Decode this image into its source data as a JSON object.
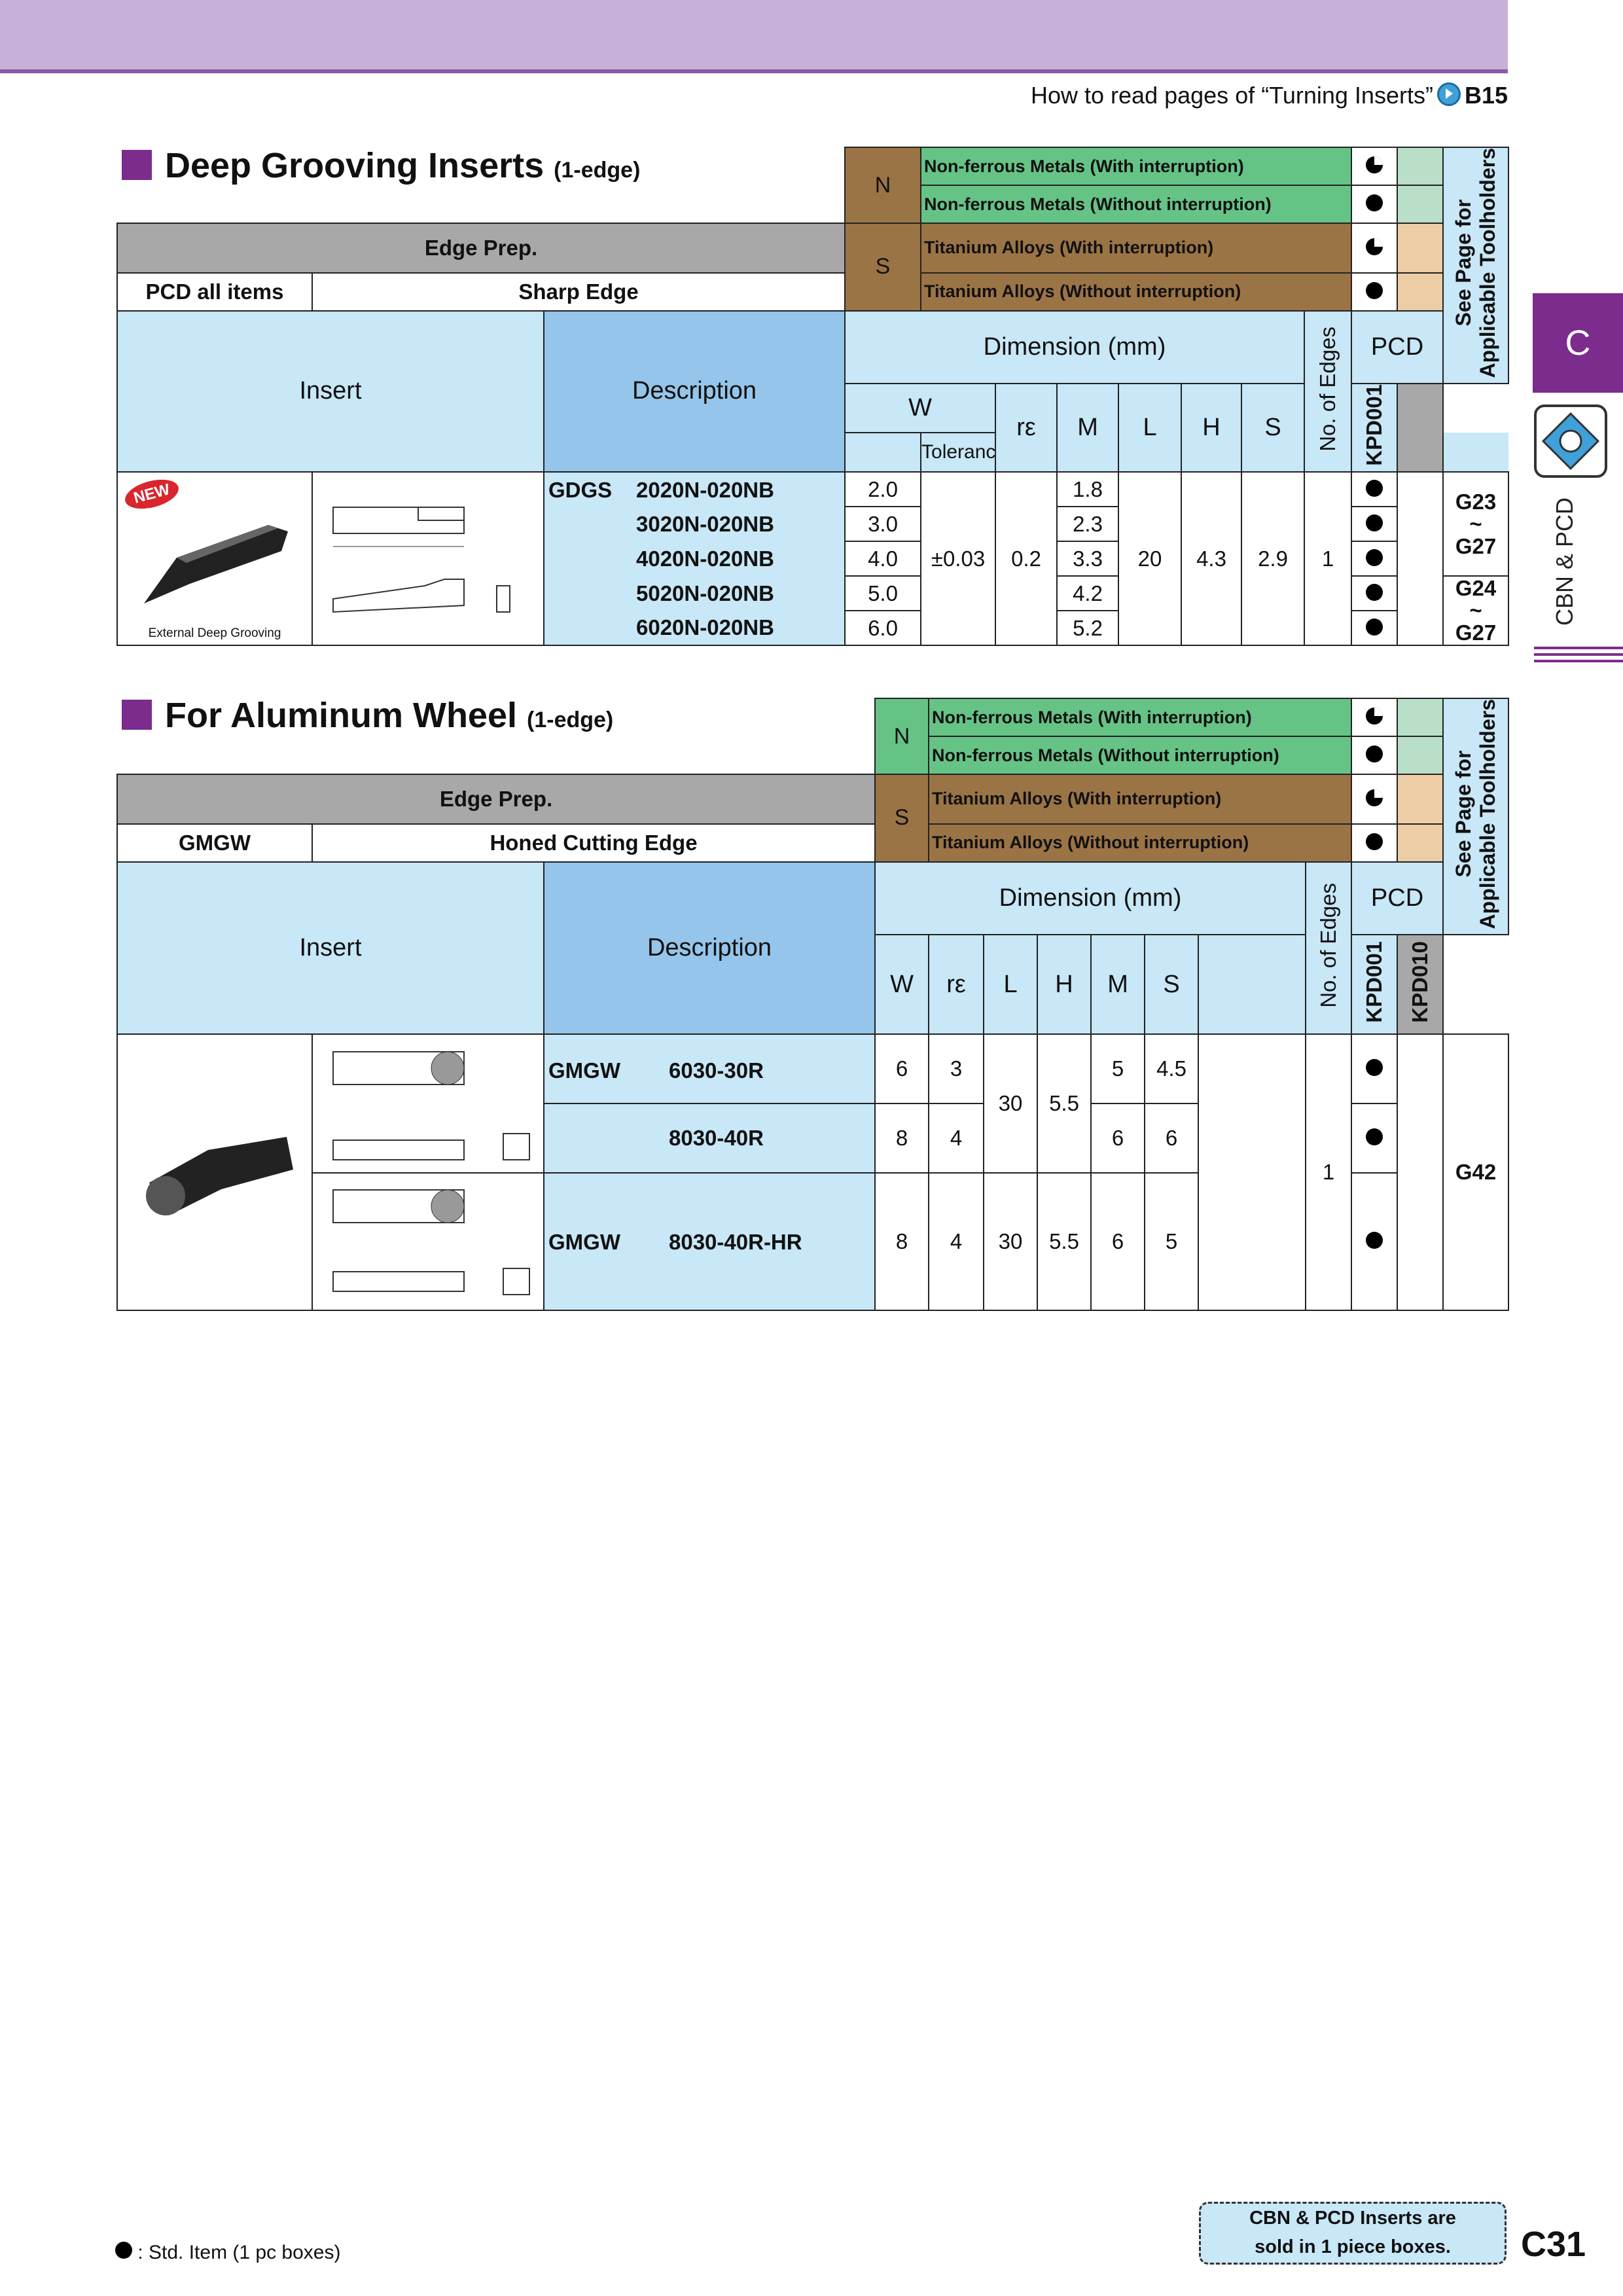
{
  "header": {
    "howto": "How to read pages of “Turning Inserts”",
    "howto_ref": "B15"
  },
  "side": {
    "tab_letter": "C",
    "label": "CBN & PCD"
  },
  "materials": [
    {
      "group": "N",
      "name": "Non-ferrous Metals (With interruption)"
    },
    {
      "group": "",
      "name": "Non-ferrous Metals (Without interruption)"
    },
    {
      "group": "S",
      "name": "Titanium Alloys (With interruption)"
    },
    {
      "group": "",
      "name": "Titanium Alloys (Without interruption)"
    }
  ],
  "common": {
    "edge_prep": "Edge Prep.",
    "insert": "Insert",
    "description": "Description",
    "dimension": "Dimension (mm)",
    "pcd": "PCD",
    "edges": "No. of Edges",
    "see_page": "See Page for",
    "toolholders": "Applicable Toolholders",
    "tolerance": "Tolerance"
  },
  "section1": {
    "title": "Deep Grooving Inserts",
    "subtitle": "(1-edge)",
    "edge_left": "PCD all items",
    "edge_right": "Sharp Edge",
    "cols": {
      "w": "W",
      "re": "rε",
      "m": "M",
      "l": "L",
      "h": "H",
      "s": "S",
      "grade": "KPD001"
    },
    "new_badge": "NEW",
    "insert_caption": "External Deep Grooving",
    "prefix": "GDGS",
    "rows": [
      {
        "code": "2020N-020NB",
        "w": "2.0",
        "m": "1.8"
      },
      {
        "code": "3020N-020NB",
        "w": "3.0",
        "m": "2.3"
      },
      {
        "code": "4020N-020NB",
        "w": "4.0",
        "m": "3.3"
      },
      {
        "code": "5020N-020NB",
        "w": "5.0",
        "m": "4.2"
      },
      {
        "code": "6020N-020NB",
        "w": "6.0",
        "m": "5.2"
      }
    ],
    "tol": "±0.03",
    "re": "0.2",
    "l": "20",
    "h": "4.3",
    "s": "2.9",
    "edges": "1",
    "page_a": "G23",
    "page_b": "G27",
    "page_c": "G24",
    "page_d": "G27",
    "tilde": "~"
  },
  "section2": {
    "title": "For Aluminum Wheel",
    "subtitle": "(1-edge)",
    "edge_left": "GMGW",
    "edge_right": "Honed Cutting Edge",
    "cols": {
      "w": "W",
      "re": "rε",
      "l": "L",
      "h": "H",
      "m": "M",
      "s": "S",
      "grade1": "KPD001",
      "grade2": "KPD010"
    },
    "rows": [
      {
        "prefix": "GMGW",
        "code": "6030-30R",
        "w": "6",
        "re": "3",
        "m": "5",
        "s": "4.5"
      },
      {
        "prefix": "",
        "code": "8030-40R",
        "w": "8",
        "re": "4",
        "m": "6",
        "s": "6"
      },
      {
        "prefix": "GMGW",
        "code": "8030-40R-HR",
        "w": "8",
        "re": "4",
        "l": "30",
        "h": "5.5",
        "m": "6",
        "s": "5"
      }
    ],
    "l": "30",
    "h": "5.5",
    "edges": "1",
    "page": "G42"
  },
  "footer": {
    "legend": ": Std. Item (1 pc boxes)",
    "box_line1": "CBN & PCD Inserts are",
    "box_line2": "sold in 1 piece boxes.",
    "page_number": "C31"
  }
}
